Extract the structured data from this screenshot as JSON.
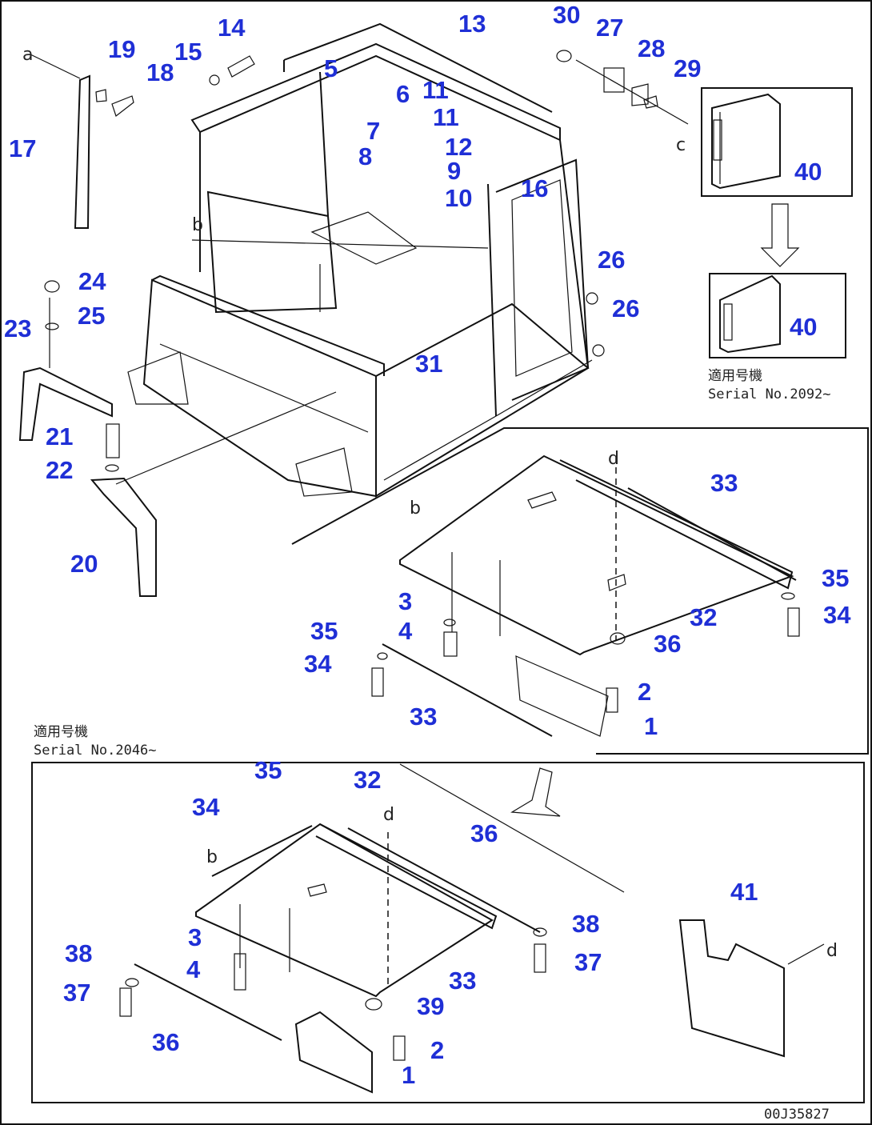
{
  "callouts": [
    "1",
    "2",
    "3",
    "4",
    "5",
    "6",
    "7",
    "8",
    "9",
    "10",
    "11",
    "12",
    "13",
    "14",
    "15",
    "16",
    "17",
    "18",
    "19",
    "20",
    "21",
    "22",
    "23",
    "24",
    "25",
    "26",
    "27",
    "28",
    "29",
    "30",
    "31",
    "32",
    "33",
    "34",
    "35",
    "36",
    "37",
    "38",
    "39",
    "40",
    "41"
  ],
  "notes": {
    "serial_top_jp": "適用号機",
    "serial_top": "Serial No.2092~",
    "serial_mid_jp": "適用号機",
    "serial_mid": "Serial No.2046~"
  },
  "drawing_code": "00J35827",
  "letters": [
    "a",
    "b",
    "c",
    "d"
  ]
}
